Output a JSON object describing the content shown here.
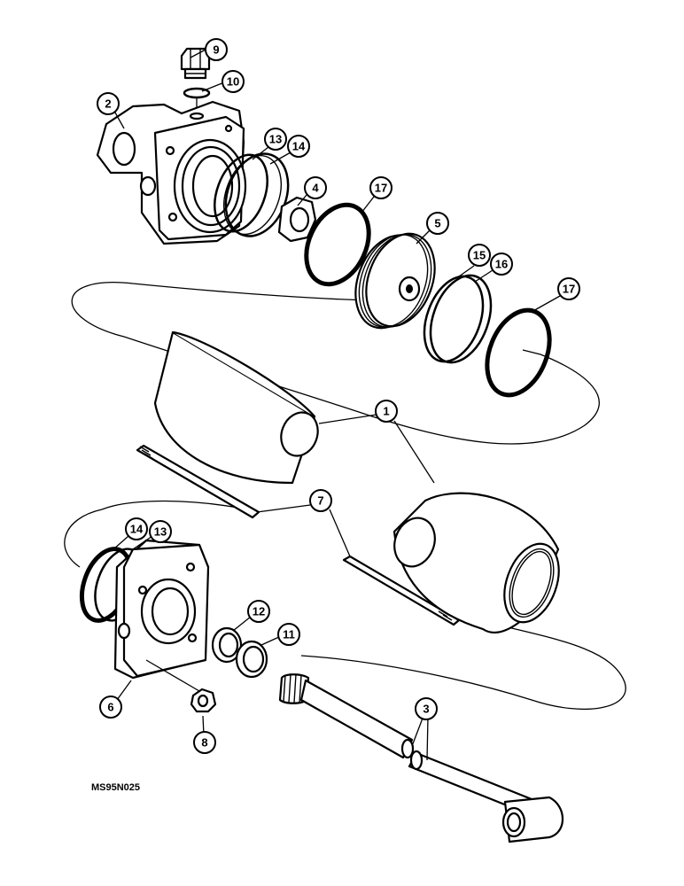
{
  "diagram": {
    "figure_code": "MS95N025",
    "callouts": [
      {
        "id": "c9",
        "label": "9"
      },
      {
        "id": "c10",
        "label": "10"
      },
      {
        "id": "c2",
        "label": "2"
      },
      {
        "id": "c13a",
        "label": "13"
      },
      {
        "id": "c14a",
        "label": "14"
      },
      {
        "id": "c4",
        "label": "4"
      },
      {
        "id": "c17a",
        "label": "17"
      },
      {
        "id": "c5",
        "label": "5"
      },
      {
        "id": "c15",
        "label": "15"
      },
      {
        "id": "c16",
        "label": "16"
      },
      {
        "id": "c17b",
        "label": "17"
      },
      {
        "id": "c1",
        "label": "1"
      },
      {
        "id": "c7",
        "label": "7"
      },
      {
        "id": "c14b",
        "label": "14"
      },
      {
        "id": "c13b",
        "label": "13"
      },
      {
        "id": "c12",
        "label": "12"
      },
      {
        "id": "c11",
        "label": "11"
      },
      {
        "id": "c6",
        "label": "6"
      },
      {
        "id": "c8",
        "label": "8"
      },
      {
        "id": "c3",
        "label": "3"
      }
    ]
  }
}
